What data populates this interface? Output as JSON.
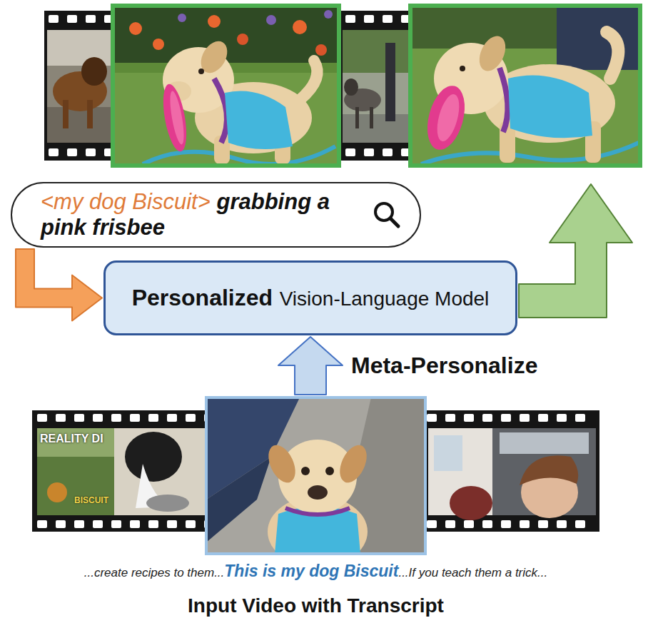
{
  "diagram": {
    "nodes": [
      {
        "text": [
          "<my dog Biscuit>",
          "grabbing a pink frisbee"
        ]
      },
      {
        "text": [
          "Personalized",
          "Vision-Language Model"
        ]
      },
      {
        "text": [
          "...create recipes to them...",
          "This is my dog Biscuit",
          "...If you teach them a trick...",
          "Input Video with Transcript"
        ]
      }
    ],
    "edges": [
      {
        "from": 0,
        "to": 1,
        "arrow": "to"
      },
      {
        "from": 2,
        "to": 1,
        "arrow": "to",
        "label": "Meta-Personalize"
      }
    ],
    "labels": [
      "REALITY DI",
      "BISCUIT"
    ]
  }
}
